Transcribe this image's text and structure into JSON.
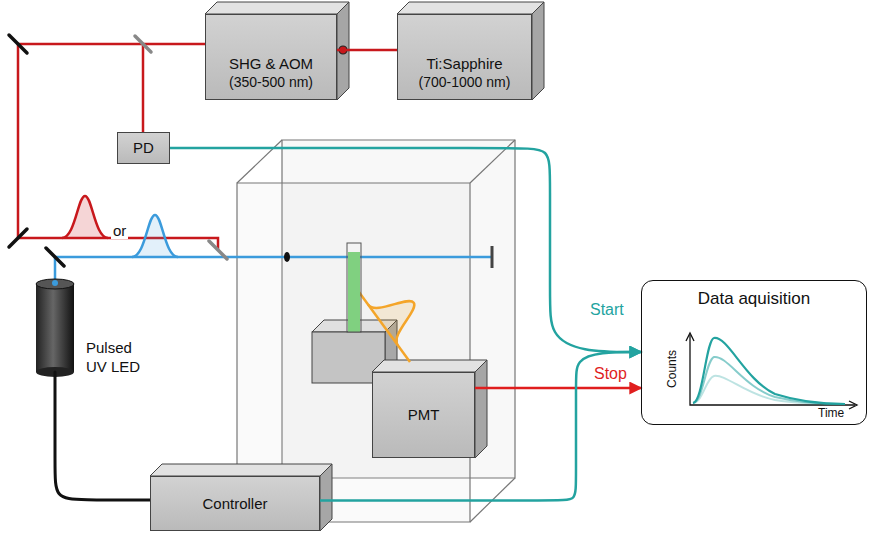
{
  "diagram": {
    "nodes": [
      {
        "text": [
          "SHG & AOM",
          "(350-500 nm)"
        ]
      },
      {
        "text": [
          "Ti:Sapphire",
          "(700-1000 nm)"
        ]
      },
      {
        "text": [
          "PD"
        ]
      },
      {
        "text": [
          "Pulsed UV LED"
        ]
      },
      {
        "text": [
          "PMT"
        ]
      },
      {
        "text": [
          "Data aquisition"
        ]
      },
      {
        "text": [
          "Controller"
        ]
      }
    ],
    "edges": [
      {
        "from": 1,
        "to": 0,
        "arrow": "none"
      },
      {
        "from": 2,
        "to": 5,
        "label": "Start",
        "arrow": "to"
      },
      {
        "from": 4,
        "to": 5,
        "label": "Stop",
        "arrow": "to"
      },
      {
        "from": 6,
        "to": 5,
        "arrow": "to"
      },
      {
        "from": 3,
        "to": 6,
        "arrow": "none"
      }
    ],
    "labels": [
      "or",
      "Counts",
      "Time"
    ]
  }
}
